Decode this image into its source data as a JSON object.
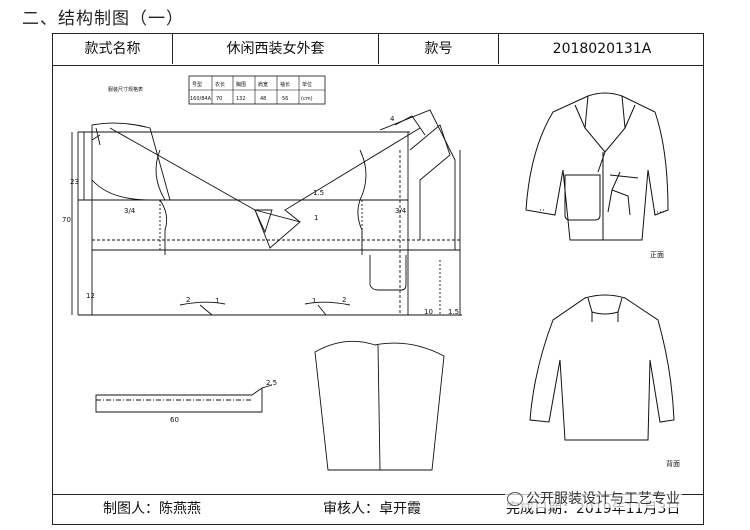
{
  "section_title": "二、结构制图（一）",
  "header": {
    "style_label": "款式名称",
    "style_name": "休闲西装女外套",
    "number_label": "款号",
    "number_value": "2018020131A"
  },
  "size_table": {
    "caption": "服装尺寸规格表",
    "headers": [
      "号型",
      "衣长",
      "胸围",
      "肩宽",
      "袖长",
      "单位"
    ],
    "values": [
      "160/84A",
      "70",
      "132",
      "48",
      "56",
      "(cm)"
    ]
  },
  "draft_marks": {
    "left_dart": "3/4",
    "right_dart": "3/4",
    "center_a": "1.5",
    "center_b": "1",
    "hem_left_a": "2",
    "hem_left_b": "1",
    "hem_right_a": "1",
    "hem_right_b": "2",
    "hem_right_c": "10",
    "hem_right_d": "1.5",
    "shoulder_mark": "4",
    "vertical_a": "70",
    "vertical_b": "23",
    "vertical_c": "12",
    "belt_width": "2.5",
    "belt_length": "60"
  },
  "sketch_labels": {
    "front": "正面",
    "back": "背面"
  },
  "footer": {
    "drafter": "制图人：陈燕燕",
    "reviewer": "审核人：卓开霞",
    "completion": "完成日期：2019年11月3日"
  },
  "watermark": "公开服装设计与工艺专业"
}
